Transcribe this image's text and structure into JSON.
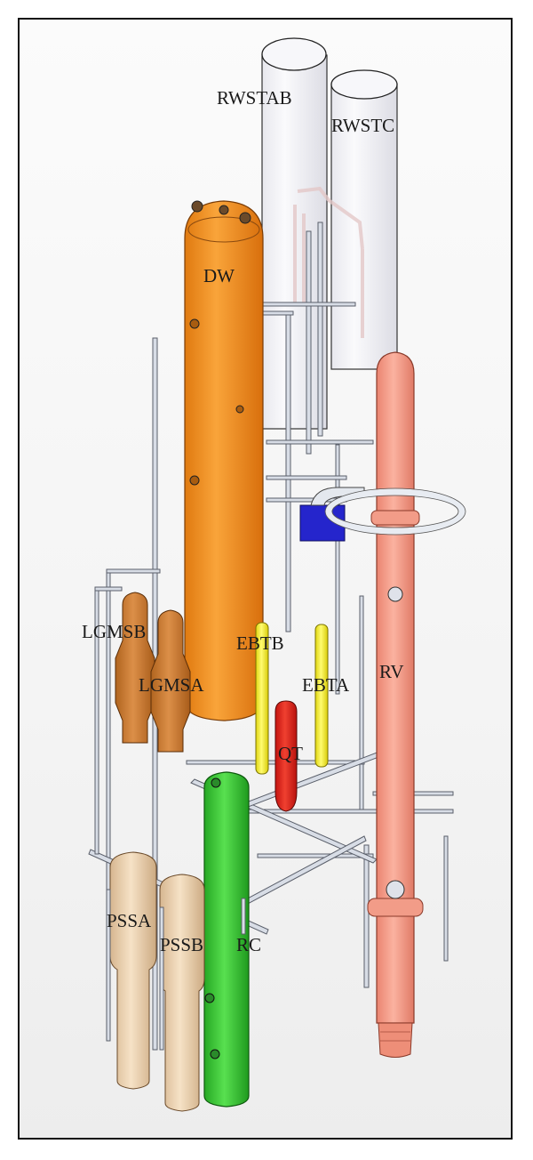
{
  "diagram": {
    "type": "3d-plant-layout",
    "components": [
      {
        "id": "RWSTAB",
        "label": "RWSTAB",
        "color": "#f2f2f6",
        "kind": "transparent-tank"
      },
      {
        "id": "RWSTC",
        "label": "RWSTC",
        "color": "#f2f2f6",
        "kind": "transparent-tank"
      },
      {
        "id": "DW",
        "label": "DW",
        "color": "#f28c1c",
        "kind": "vertical-vessel"
      },
      {
        "id": "RV",
        "label": "RV",
        "color": "#f49a86",
        "kind": "vertical-vessel"
      },
      {
        "id": "LGMSB",
        "label": "LGMSB",
        "color": "#c8782e",
        "kind": "separator"
      },
      {
        "id": "LGMSA",
        "label": "LGMSA",
        "color": "#c8782e",
        "kind": "separator"
      },
      {
        "id": "EBTB",
        "label": "EBTB",
        "color": "#f5ee2a",
        "kind": "column"
      },
      {
        "id": "EBTA",
        "label": "EBTA",
        "color": "#f5ee2a",
        "kind": "column"
      },
      {
        "id": "QT",
        "label": "QT",
        "color": "#e0201a",
        "kind": "tank"
      },
      {
        "id": "RC",
        "label": "RC",
        "color": "#3cc83a",
        "kind": "vertical-vessel"
      },
      {
        "id": "PSSA",
        "label": "PSSA",
        "color": "#e9cfae",
        "kind": "vessel"
      },
      {
        "id": "PSSB",
        "label": "PSSB",
        "color": "#e9cfae",
        "kind": "vessel"
      }
    ],
    "pump_color": "#2222cc",
    "pipe_color": "#d8dde6",
    "pipe_outline": "#555a66"
  }
}
